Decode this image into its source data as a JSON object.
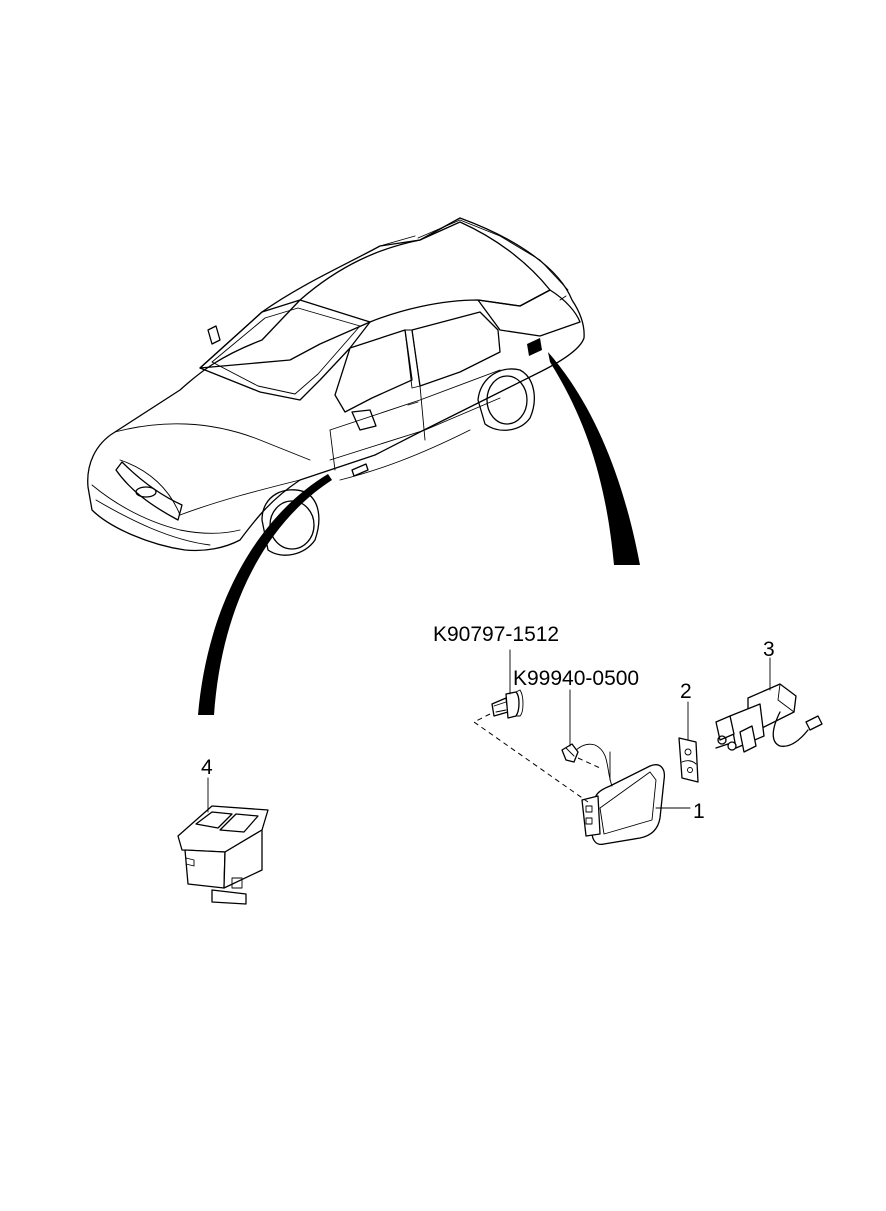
{
  "callouts": {
    "part_1": "1",
    "part_2": "2",
    "part_3": "3",
    "part_4": "4",
    "bolt_part_number": "K90797-1512",
    "clip_part_number": "K99940-0500"
  }
}
